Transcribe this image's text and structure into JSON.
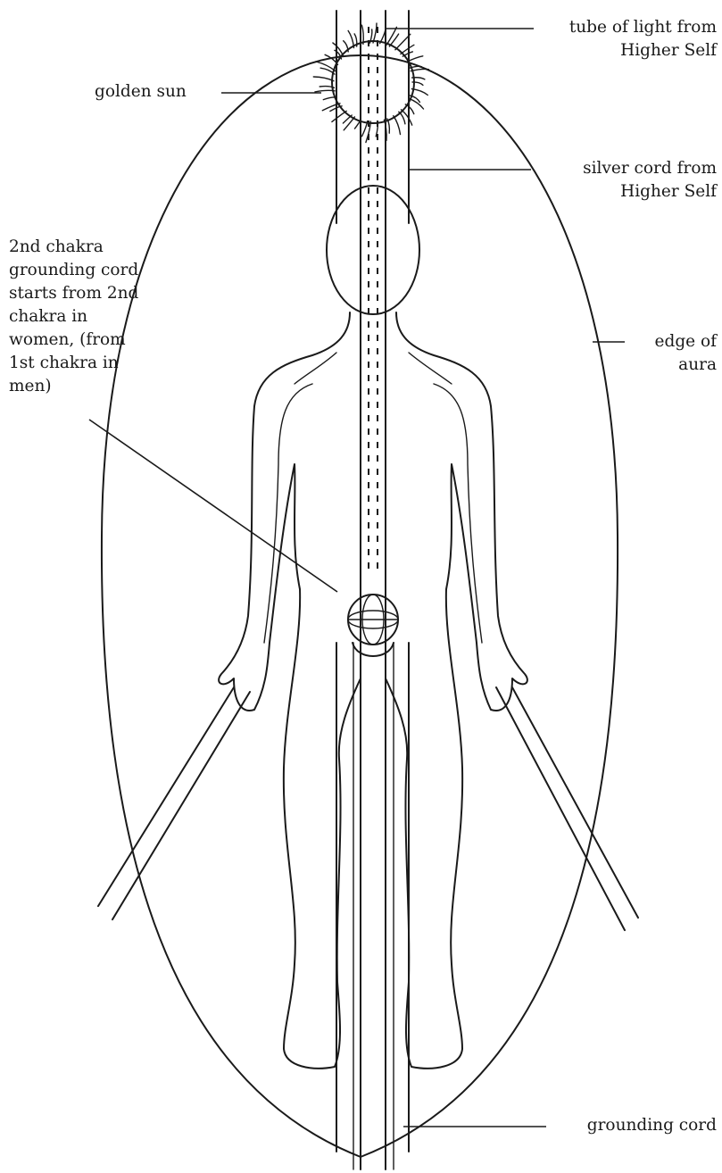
{
  "labels": {
    "tube_of_light": [
      "tube of light from",
      "Higher Self"
    ],
    "golden_sun": "golden sun",
    "silver_cord": [
      "silver cord from",
      "Higher Self"
    ],
    "second_chakra": [
      "2nd chakra",
      "grounding cord",
      "starts from 2nd",
      "chakra in",
      "women, (from",
      "1st chakra in",
      "men)"
    ],
    "edge_of_aura": [
      "edge of",
      "aura"
    ],
    "grounding_cord": "grounding cord"
  },
  "colors": {
    "ink": "#1a1a1a",
    "background": "#ffffff"
  }
}
